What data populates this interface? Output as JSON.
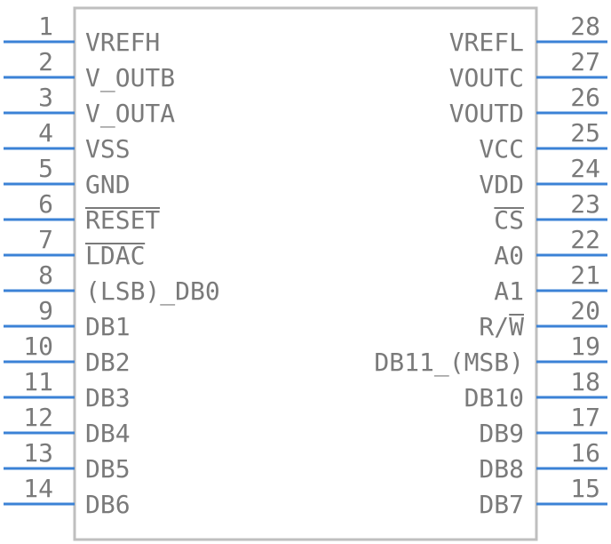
{
  "component": {
    "left_pins": [
      {
        "num": "1",
        "name": "VREFH"
      },
      {
        "num": "2",
        "name": "V_OUTB"
      },
      {
        "num": "3",
        "name": "V_OUTA"
      },
      {
        "num": "4",
        "name": "VSS"
      },
      {
        "num": "5",
        "name": "GND"
      },
      {
        "num": "6",
        "name": "RESET",
        "overbar": true
      },
      {
        "num": "7",
        "name": "LDAC",
        "overbar": true
      },
      {
        "num": "8",
        "name": "(LSB)_DB0"
      },
      {
        "num": "9",
        "name": "DB1"
      },
      {
        "num": "10",
        "name": "DB2"
      },
      {
        "num": "11",
        "name": "DB3"
      },
      {
        "num": "12",
        "name": "DB4"
      },
      {
        "num": "13",
        "name": "DB5"
      },
      {
        "num": "14",
        "name": "DB6"
      }
    ],
    "right_pins": [
      {
        "num": "28",
        "name": "VREFL"
      },
      {
        "num": "27",
        "name": "VOUTC"
      },
      {
        "num": "26",
        "name": "VOUTD"
      },
      {
        "num": "25",
        "name": "VCC"
      },
      {
        "num": "24",
        "name": "VDD"
      },
      {
        "num": "23",
        "name": "CS",
        "overbar": true
      },
      {
        "num": "22",
        "name": "A0"
      },
      {
        "num": "21",
        "name": "A1"
      },
      {
        "num": "20",
        "name": "R/W",
        "overbar_last": true
      },
      {
        "num": "19",
        "name": "DB11_(MSB)"
      },
      {
        "num": "18",
        "name": "DB10"
      },
      {
        "num": "17",
        "name": "DB9"
      },
      {
        "num": "16",
        "name": "DB8"
      },
      {
        "num": "15",
        "name": "DB7"
      }
    ],
    "colors": {
      "pin": "#3b82d6",
      "body_border": "#bfbfbf",
      "text": "#7a7a7a"
    }
  }
}
